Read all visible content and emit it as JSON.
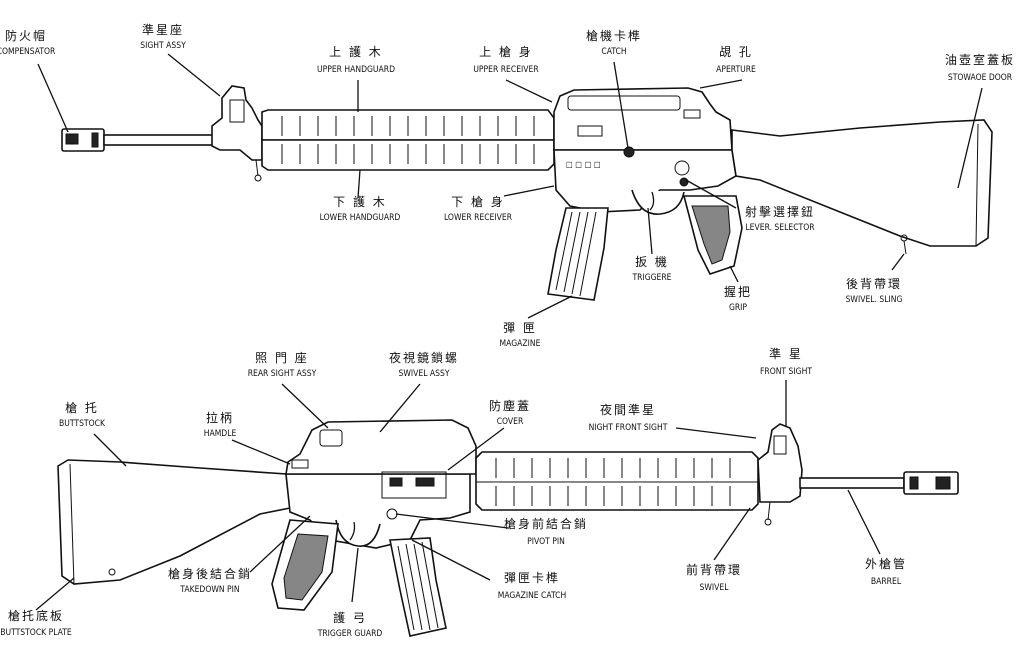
{
  "labels": {
    "compensator": {
      "zh": "防火帽",
      "en": "COMPENSATOR"
    },
    "sight_assy": {
      "zh": "準星座",
      "en": "SIGHT ASSY"
    },
    "upper_handguard": {
      "zh": "上 護 木",
      "en": "UPPER HANDGUARD"
    },
    "upper_receiver": {
      "zh": "上 槍 身",
      "en": "UPPER RECEIVER"
    },
    "catch": {
      "zh": "槍機卡榫",
      "en": "CATCH"
    },
    "aperture": {
      "zh": "覘 孔",
      "en": "APERTURE"
    },
    "stowage_door": {
      "zh": "油壺室蓋板",
      "en": "STOWAOE DOOR"
    },
    "lower_handguard": {
      "zh": "下 護 木",
      "en": "LOWER HANDGUARD"
    },
    "lower_receiver": {
      "zh": "下 槍 身",
      "en": "LOWER RECEIVER"
    },
    "lever_selector": {
      "zh": "射擊選擇鈕",
      "en": "LEVER. SELECTOR"
    },
    "trigger": {
      "zh": "扳 機",
      "en": "TRIGGERE"
    },
    "swivel_sling": {
      "zh": "後背帶環",
      "en": "SWIVEL. SLING"
    },
    "grip": {
      "zh": "握把",
      "en": "GRIP"
    },
    "magazine": {
      "zh": "彈 匣",
      "en": "MAGAZINE"
    },
    "rear_sight_assy": {
      "zh": "照 門 座",
      "en": "REAR SIGHT ASSY"
    },
    "swivel_assy": {
      "zh": "夜視鏡鎖螺",
      "en": "SWIVEL ASSY"
    },
    "front_sight": {
      "zh": "準 星",
      "en": "FRONT SIGHT"
    },
    "buttstock": {
      "zh": "槍 托",
      "en": "BUTTSTOCK"
    },
    "handle": {
      "zh": "拉柄",
      "en": "HAMDLE"
    },
    "cover": {
      "zh": "防塵蓋",
      "en": "COVER"
    },
    "night_front_sight": {
      "zh": "夜間準星",
      "en": "NIGHT FRONT SIGHT"
    },
    "pivot_pin": {
      "zh": "槍身前結合銷",
      "en": "PIVOT PIN"
    },
    "takedown_pin": {
      "zh": "槍身後結合銷",
      "en": "TAKEDOWN PIN"
    },
    "magazine_catch": {
      "zh": "彈匣卡榫",
      "en": "MAGAZINE CATCH"
    },
    "swivel": {
      "zh": "前背帶環",
      "en": "SWIVEL"
    },
    "barrel": {
      "zh": "外槍管",
      "en": "BARREL"
    },
    "buttstock_plate": {
      "zh": "槍托底板",
      "en": "BUTTSTOCK PLATE"
    },
    "trigger_guard": {
      "zh": "護 弓",
      "en": "TRIGGER GUARD"
    }
  }
}
